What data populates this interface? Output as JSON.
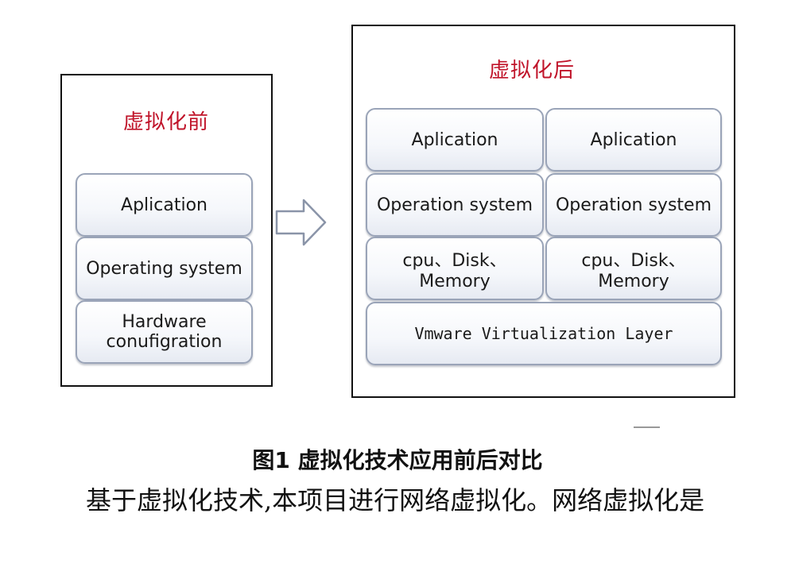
{
  "before": {
    "title": "虚拟化前",
    "layers": [
      "Aplication",
      "Operating system",
      "Hardware conufigration"
    ]
  },
  "after": {
    "title": "虚拟化后",
    "vm_left": [
      "Aplication",
      "Operation system",
      "cpu、Disk、Memory"
    ],
    "vm_right": [
      "Aplication",
      "Operation system",
      "cpu、Disk、Memory"
    ],
    "virtualization_layer": "Vmware Virtualization Layer"
  },
  "caption": "图1   虚拟化技术应用前后对比",
  "body_text": "基于虚拟化技术,本项目进行网络虚拟化。网络虚拟化是",
  "colors": {
    "title_red": "#c0142a",
    "box_border": "#9aa4b8"
  }
}
